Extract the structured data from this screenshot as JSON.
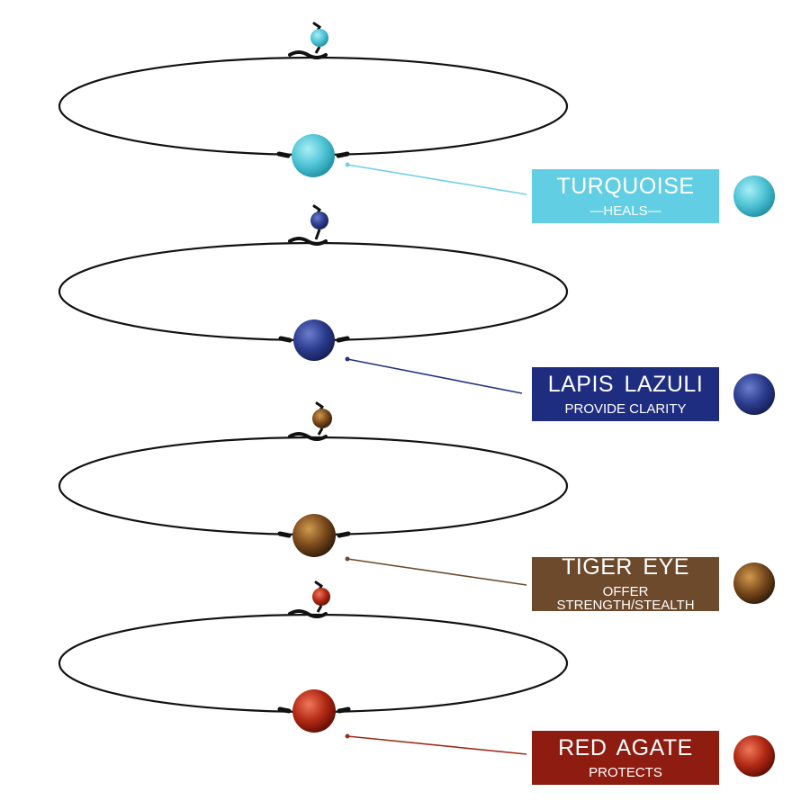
{
  "necklaces": [
    {
      "title": "TURQUOISE",
      "subtitle": "—HEALS—",
      "color": "#62cee3",
      "line_color": "#6fd0e6",
      "stone": "turquoise",
      "bead_base": "#4fc4d6",
      "bead_light": "#a9eef5",
      "bead_dark": "#1f8ea3"
    },
    {
      "title": "LAPIS  LAZULI",
      "subtitle": "PROVIDE CLARITY",
      "color": "#1e2d80",
      "line_color": "#23317e",
      "stone": "lapis-lazuli",
      "bead_base": "#2d3d8f",
      "bead_light": "#6c7dcc",
      "bead_dark": "#141d55"
    },
    {
      "title": "TIGER EYE",
      "subtitle": "OFFER STRENGTH/STEALTH",
      "color": "#6e4a2c",
      "line_color": "#6d4a2d",
      "stone": "tiger-eye",
      "bead_base": "#7a4a1c",
      "bead_light": "#d09a4e",
      "bead_dark": "#2e1a0a"
    },
    {
      "title": "RED  AGATE",
      "subtitle": "PROTECTS",
      "color": "#8e1c10",
      "line_color": "#a02a18",
      "stone": "red-agate",
      "bead_base": "#b22a14",
      "bead_light": "#f0775a",
      "bead_dark": "#5e0c04"
    }
  ]
}
